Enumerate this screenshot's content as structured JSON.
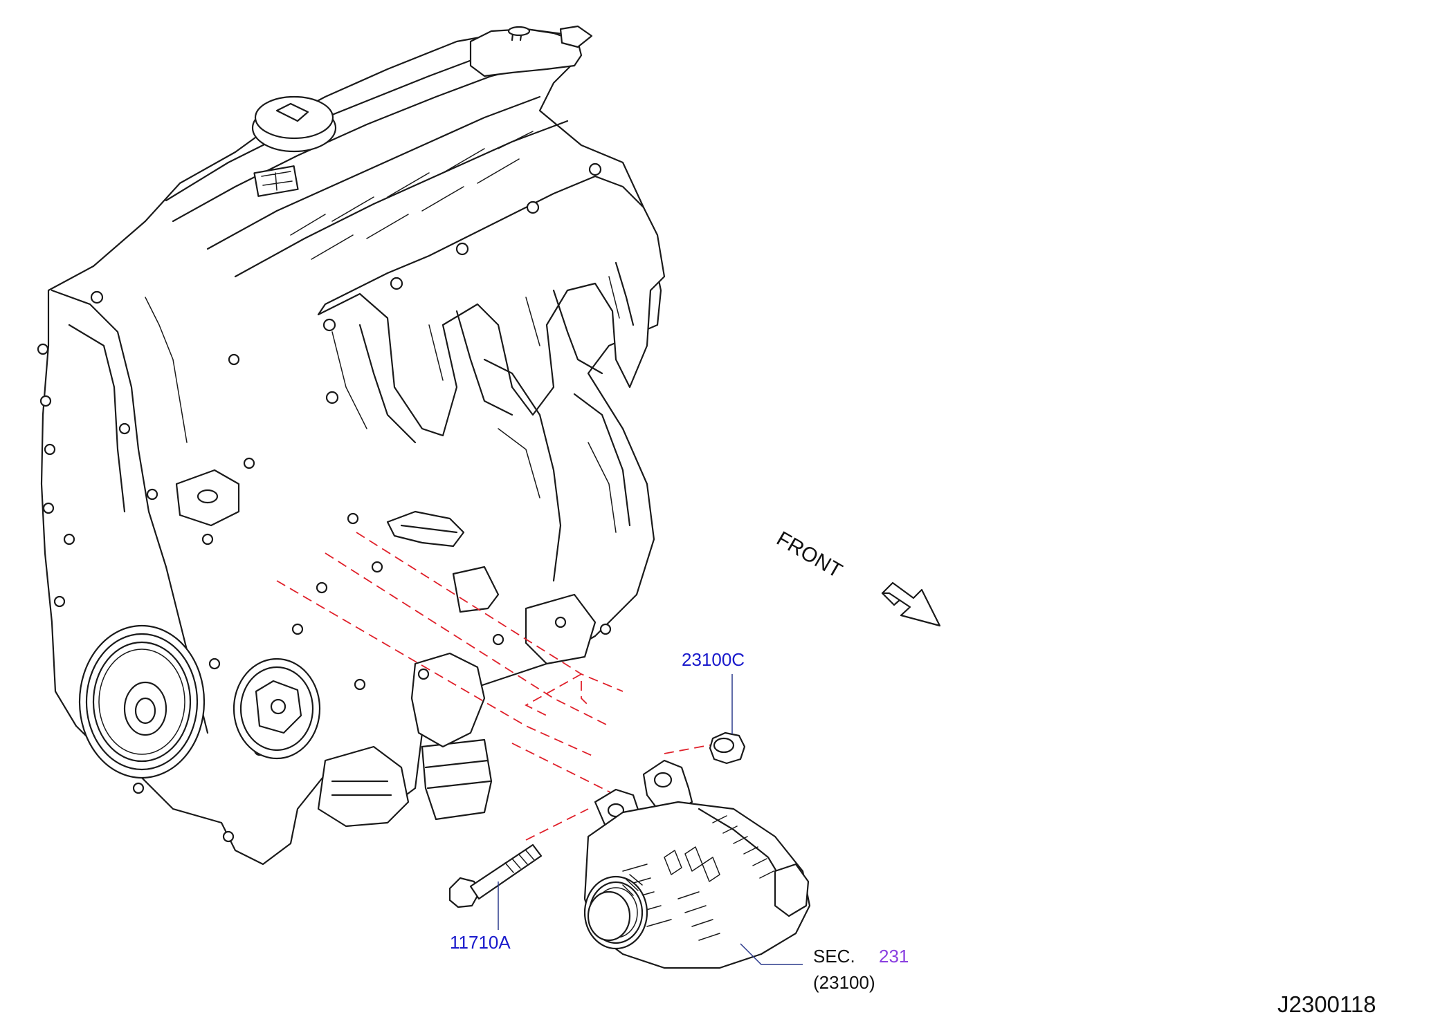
{
  "diagram": {
    "front_label": "FRONT",
    "drawing_id": "J2300118",
    "callouts": {
      "nut": "23100C",
      "bolt": "11710A",
      "sec_prefix": "SEC.",
      "sec_number": "231",
      "sec_part": "(23100)"
    },
    "colors": {
      "callout_text": "#1a1acc",
      "section_ref": "#8a3fe0",
      "dashed_leader": "#e0202a",
      "line_art": "#1a1a1a"
    }
  }
}
